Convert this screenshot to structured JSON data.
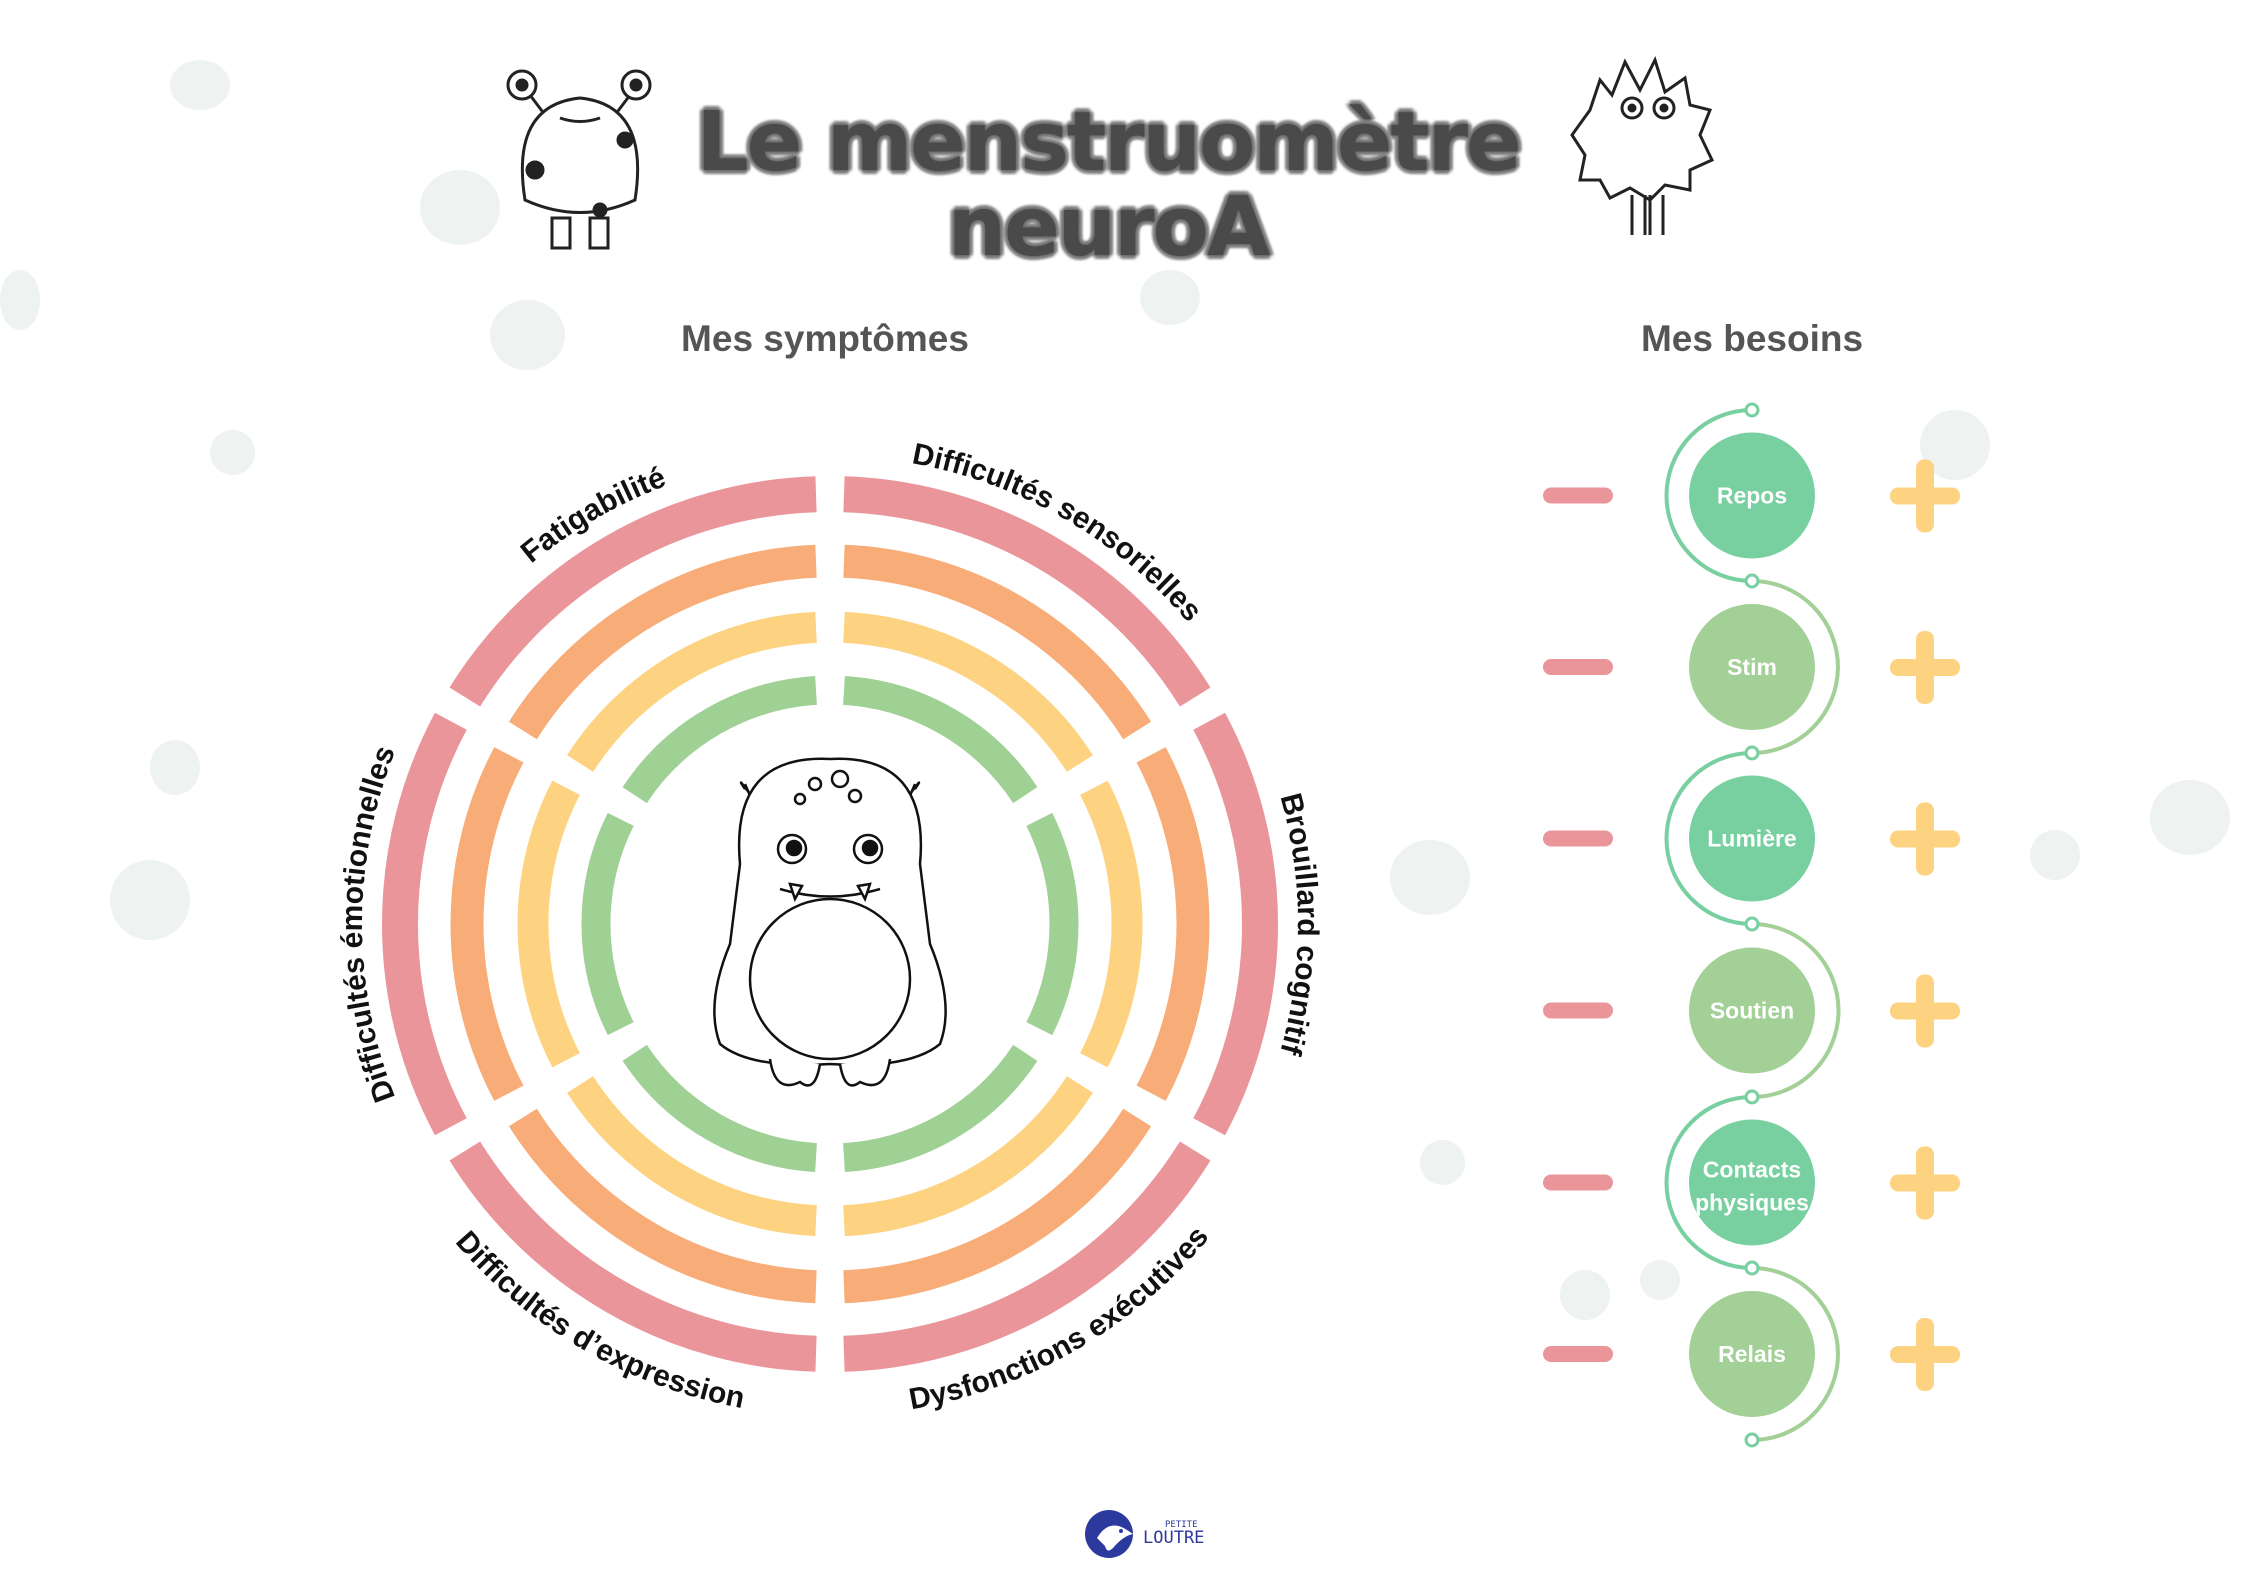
{
  "title": {
    "line1": "Le menstruomètre",
    "line2": "neuroA"
  },
  "symptoms": {
    "heading": "Mes symptômes",
    "labels": [
      "Difficultés sensorielles",
      "Brouillard cognitif",
      "Dysfonctions exécutives",
      "Difficultés d’expression",
      "Difficultés émotionnelles",
      "Fatigabilité"
    ],
    "ring_colors": [
      "#ea959a",
      "#f8ad78",
      "#fdd382",
      "#9fd094"
    ]
  },
  "needs": {
    "heading": "Mes besoins",
    "items": [
      {
        "label": "Repos",
        "color": "#78cfa0"
      },
      {
        "label": "Stim",
        "color": "#a2d096"
      },
      {
        "label": "Lumière",
        "color": "#78cfa0"
      },
      {
        "label": "Soutien",
        "color": "#a2d096"
      },
      {
        "label": "Contacts physiques",
        "label_line1": "Contacts",
        "label_line2": "physiques",
        "color": "#78cfa0"
      },
      {
        "label": "Relais",
        "color": "#a2d096"
      }
    ],
    "minus_color": "#ea959a",
    "plus_color": "#fdd382"
  },
  "logo": {
    "small": "PETITE",
    "big": "LOUTRE"
  }
}
